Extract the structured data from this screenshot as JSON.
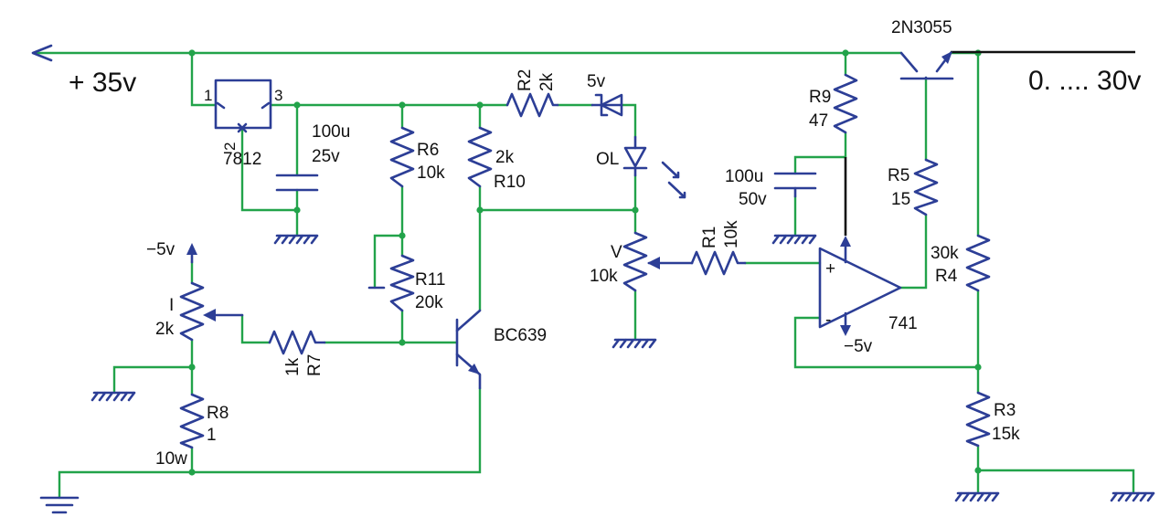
{
  "labels": {
    "supply_in": "+ 35v",
    "output": "0. .... 30v",
    "transistor_power": "2N3055",
    "transistor_small": "BC639",
    "opamp": "741",
    "regulator": "7812",
    "reg_pin1": "1",
    "reg_pin2": "2",
    "reg_pin3": "3",
    "cap1_value": "100u",
    "cap1_voltage": "25v",
    "cap2_value": "100u",
    "cap2_voltage": "50v",
    "r6_name": "R6",
    "r6_value": "10k",
    "r10_value": "2k",
    "r10_name": "R10",
    "r11_name": "R11",
    "r11_value": "20k",
    "r2_name": "R2",
    "r2_value": "2k",
    "zener_voltage": "5v",
    "led_label": "OL",
    "pot_v_name": "V",
    "pot_v_value": "10k",
    "r1_name": "R1",
    "r1_value": "10k",
    "r9_name": "R9",
    "r9_value": "47",
    "r5_name": "R5",
    "r5_value": "15",
    "r4_value": "30k",
    "r4_name": "R4",
    "r3_name": "R3",
    "r3_value": "15k",
    "pot_i_name": "I",
    "pot_i_value": "2k",
    "neg_supply_top": "−5v",
    "neg_supply_opamp": "−5v",
    "r7_value": "1k",
    "r7_name": "R7",
    "r8_name": "R8",
    "r8_value": "1",
    "r8_power": "10w",
    "opamp_plus": "+",
    "opamp_minus": "-"
  },
  "colors": {
    "wire": "#22a34a",
    "component": "#2c3e96",
    "text": "#111111"
  }
}
